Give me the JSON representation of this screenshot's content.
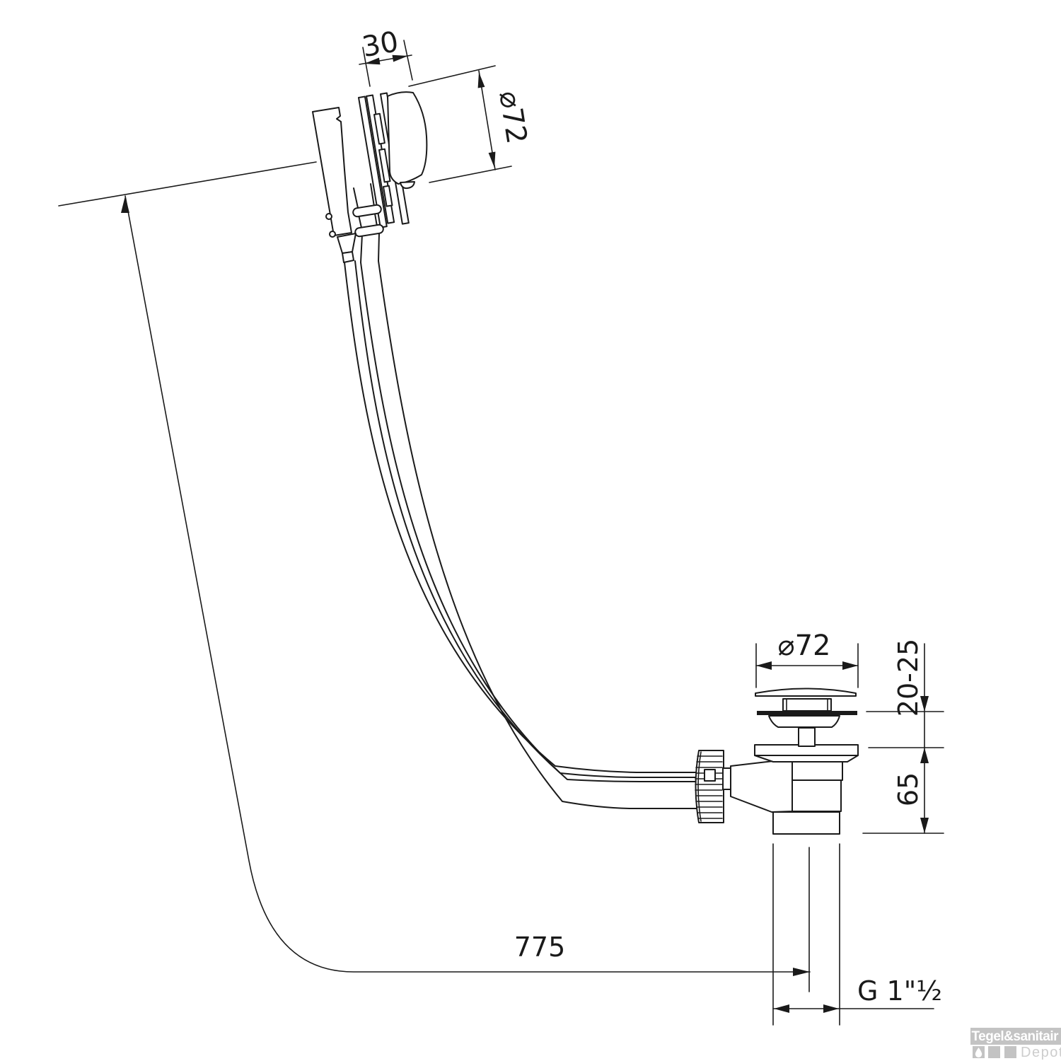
{
  "dimensions": {
    "overflow_depth": "30",
    "overflow_diameter": "⌀72",
    "plug_diameter": "⌀72",
    "plug_height_range": "20-25",
    "waste_height": "65",
    "cable_length": "775",
    "outlet_thread": "G 1\"½"
  },
  "logo": {
    "brand": "Tegel&sanitair",
    "suffix": "Depot"
  },
  "colors": {
    "line": "#1a1a1a",
    "background": "#ffffff",
    "logo_gray": "#c3c3c3",
    "logo_brand_text": "#ffffff",
    "logo_suffix_text": "#cdcdcd"
  }
}
